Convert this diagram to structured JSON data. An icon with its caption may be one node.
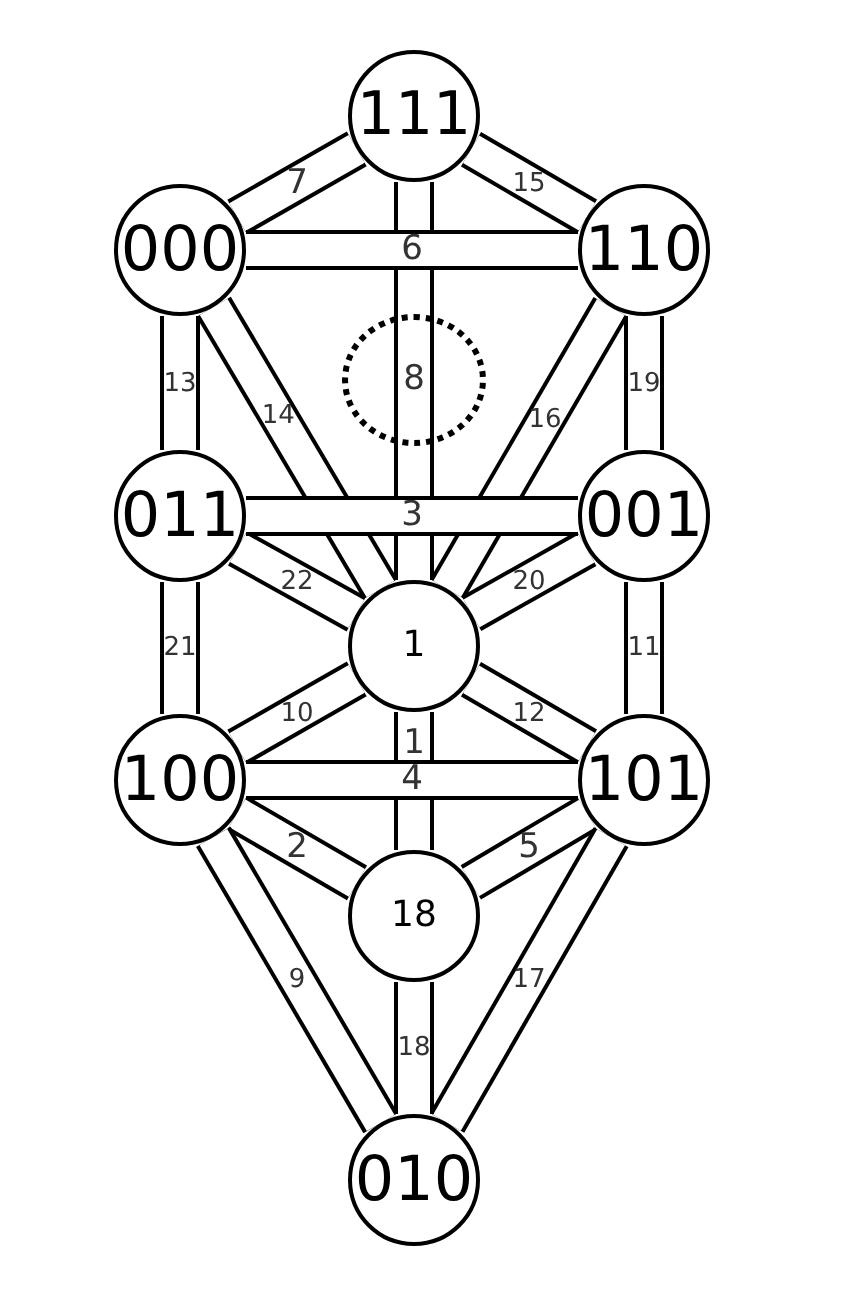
{
  "diagram": {
    "nodes": [
      {
        "text": [
          "111"
        ]
      },
      {
        "text": [
          "000"
        ]
      },
      {
        "text": [
          "110"
        ]
      },
      {
        "text": [],
        "shape": "circle"
      },
      {
        "text": [
          "011"
        ]
      },
      {
        "text": [
          "001"
        ]
      },
      {
        "text": [
          "1"
        ]
      },
      {
        "text": [
          "100"
        ]
      },
      {
        "text": [
          "101"
        ]
      },
      {
        "text": [
          "18"
        ]
      },
      {
        "text": [
          "010"
        ]
      }
    ],
    "edges": [
      {
        "from": 0,
        "to": 1,
        "arrow": "none",
        "label": "7"
      },
      {
        "from": 0,
        "to": 2,
        "arrow": "none",
        "label": "15"
      },
      {
        "from": 1,
        "to": 2,
        "arrow": "none",
        "label": "6"
      },
      {
        "from": 0,
        "to": 3,
        "arrow": "none",
        "label": "8"
      },
      {
        "from": 3,
        "to": 6,
        "arrow": "none"
      },
      {
        "from": 1,
        "to": 4,
        "arrow": "none",
        "label": "13"
      },
      {
        "from": 1,
        "to": 6,
        "arrow": "none",
        "label": "14"
      },
      {
        "from": 2,
        "to": 6,
        "arrow": "none",
        "label": "16"
      },
      {
        "from": 2,
        "to": 5,
        "arrow": "none",
        "label": "19"
      },
      {
        "from": 4,
        "to": 5,
        "arrow": "none",
        "label": "3"
      },
      {
        "from": 4,
        "to": 6,
        "arrow": "none",
        "label": "22"
      },
      {
        "from": 5,
        "to": 6,
        "arrow": "none",
        "label": "20"
      },
      {
        "from": 4,
        "to": 7,
        "arrow": "none",
        "label": "21"
      },
      {
        "from": 5,
        "to": 8,
        "arrow": "none",
        "label": "11"
      },
      {
        "from": 7,
        "to": 6,
        "arrow": "none",
        "label": "10"
      },
      {
        "from": 8,
        "to": 6,
        "arrow": "none",
        "label": "12"
      },
      {
        "from": 6,
        "to": 9,
        "arrow": "none",
        "label": "1"
      },
      {
        "from": 7,
        "to": 8,
        "arrow": "none",
        "label": "4"
      },
      {
        "from": 7,
        "to": 9,
        "arrow": "none",
        "label": "2"
      },
      {
        "from": 8,
        "to": 9,
        "arrow": "none",
        "label": "5"
      },
      {
        "from": 7,
        "to": 10,
        "arrow": "none",
        "label": "9"
      },
      {
        "from": 8,
        "to": 10,
        "arrow": "none",
        "label": "17"
      },
      {
        "from": 9,
        "to": 10,
        "arrow": "none",
        "label": "18"
      }
    ]
  }
}
